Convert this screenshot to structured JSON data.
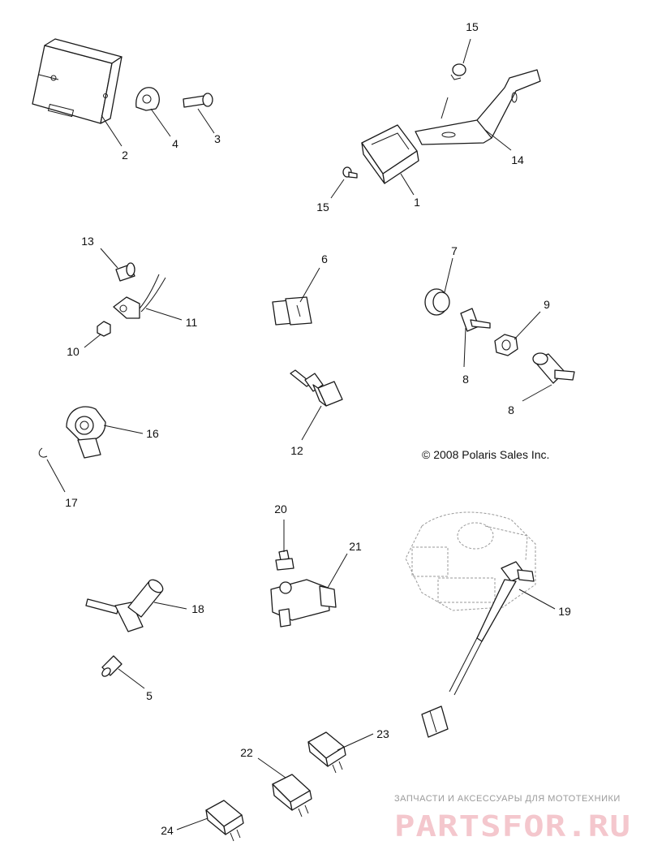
{
  "callouts": [
    "1",
    "2",
    "3",
    "4",
    "5",
    "6",
    "7",
    "8",
    "8",
    "9",
    "10",
    "11",
    "12",
    "13",
    "14",
    "15",
    "15",
    "16",
    "17",
    "18",
    "19",
    "20",
    "21",
    "22",
    "23",
    "24"
  ],
  "copyright": "© 2008 Polaris Sales Inc.",
  "watermark": {
    "caption": "ЗАПЧАСТИ И АКСЕССУАРЫ ДЛЯ МОТОТЕХНИКИ",
    "brand": "PARTSFOR.RU",
    "brand_color": "#f4c7cd"
  }
}
